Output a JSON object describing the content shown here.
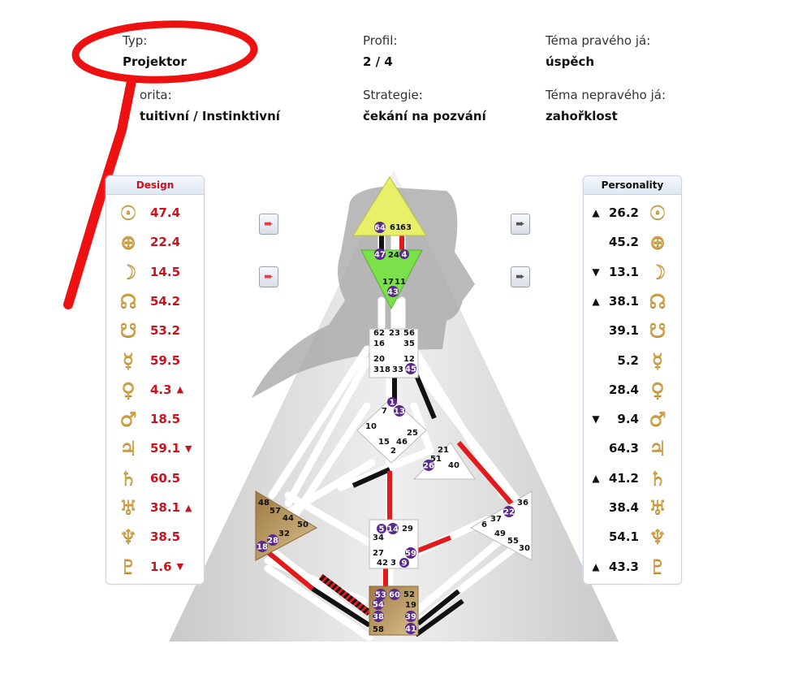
{
  "info": {
    "type_label": "Typ:",
    "type_value": "Projektor",
    "profile_label": "Profil:",
    "profile_value": "2 / 4",
    "signature_label": "Téma pravého já:",
    "signature_value": "úspěch",
    "authority_label": "orita:",
    "authority_value": "tuitivní / Instinktivní",
    "strategy_label": "Strategie:",
    "strategy_value": "čekání na pozvání",
    "notself_label": "Téma nepravého já:",
    "notself_value": "zahořklost"
  },
  "design": {
    "title": "Design",
    "rows": [
      {
        "planet": "sun-icon",
        "glyph": "☉",
        "value": "47.4",
        "arrow": ""
      },
      {
        "planet": "earth-icon",
        "glyph": "⊕",
        "value": "22.4",
        "arrow": ""
      },
      {
        "planet": "moon-icon",
        "glyph": "☽",
        "value": "14.5",
        "arrow": ""
      },
      {
        "planet": "north-node-icon",
        "glyph": "☊",
        "value": "54.2",
        "arrow": ""
      },
      {
        "planet": "south-node-icon",
        "glyph": "☋",
        "value": "53.2",
        "arrow": ""
      },
      {
        "planet": "mercury-icon",
        "glyph": "☿",
        "value": "59.5",
        "arrow": ""
      },
      {
        "planet": "venus-icon",
        "glyph": "♀",
        "value": "4.3",
        "arrow": "▲"
      },
      {
        "planet": "mars-icon",
        "glyph": "♂",
        "value": "18.5",
        "arrow": ""
      },
      {
        "planet": "jupiter-icon",
        "glyph": "♃",
        "value": "59.1",
        "arrow": "▼"
      },
      {
        "planet": "saturn-icon",
        "glyph": "♄",
        "value": "60.5",
        "arrow": ""
      },
      {
        "planet": "uranus-icon",
        "glyph": "♅",
        "value": "38.1",
        "arrow": "▲"
      },
      {
        "planet": "neptune-icon",
        "glyph": "♆",
        "value": "38.5",
        "arrow": ""
      },
      {
        "planet": "pluto-icon",
        "glyph": "♇",
        "value": "1.6",
        "arrow": "▼"
      }
    ]
  },
  "personality": {
    "title": "Personality",
    "rows": [
      {
        "planet": "sun-icon",
        "glyph": "☉",
        "value": "26.2",
        "arrow": "▲"
      },
      {
        "planet": "earth-icon",
        "glyph": "⊕",
        "value": "45.2",
        "arrow": ""
      },
      {
        "planet": "moon-icon",
        "glyph": "☽",
        "value": "13.1",
        "arrow": "▼"
      },
      {
        "planet": "north-node-icon",
        "glyph": "☊",
        "value": "38.1",
        "arrow": "▲"
      },
      {
        "planet": "south-node-icon",
        "glyph": "☋",
        "value": "39.1",
        "arrow": ""
      },
      {
        "planet": "mercury-icon",
        "glyph": "☿",
        "value": "5.2",
        "arrow": ""
      },
      {
        "planet": "venus-icon",
        "glyph": "♀",
        "value": "28.4",
        "arrow": ""
      },
      {
        "planet": "mars-icon",
        "glyph": "♂",
        "value": "9.4",
        "arrow": "▼"
      },
      {
        "planet": "jupiter-icon",
        "glyph": "♃",
        "value": "64.3",
        "arrow": ""
      },
      {
        "planet": "saturn-icon",
        "glyph": "♄",
        "value": "41.2",
        "arrow": "▲"
      },
      {
        "planet": "uranus-icon",
        "glyph": "♅",
        "value": "38.4",
        "arrow": ""
      },
      {
        "planet": "neptune-icon",
        "glyph": "♆",
        "value": "54.1",
        "arrow": ""
      },
      {
        "planet": "pluto-icon",
        "glyph": "♇",
        "value": "43.3",
        "arrow": "▲"
      }
    ]
  },
  "bodygraph": {
    "colors": {
      "design": "#e11b1b",
      "personality": "#111111",
      "channel": "#ffffff",
      "head": "#e8f06a",
      "ajna": "#7be04a",
      "ego": "#c8a46a",
      "root": "#c8a46a",
      "gate_active": "#5a2a8a"
    },
    "head_gates": [
      "64",
      "61",
      "63"
    ],
    "ajna_gates": [
      "47",
      "24",
      "4",
      "17",
      "11",
      "43"
    ],
    "throat_gates": [
      "62",
      "23",
      "56",
      "16",
      "35",
      "20",
      "12",
      "31",
      "8",
      "33",
      "45"
    ],
    "g_gates": [
      "1",
      "7",
      "13",
      "10",
      "25",
      "15",
      "46",
      "2"
    ],
    "ego_gates": [
      "21",
      "51",
      "26",
      "40"
    ],
    "spleen_gates": [
      "48",
      "57",
      "44",
      "50",
      "32",
      "28",
      "18"
    ],
    "sacral_gates": [
      "5",
      "14",
      "29",
      "34",
      "27",
      "59",
      "42",
      "3",
      "9"
    ],
    "solar_gates": [
      "36",
      "22",
      "6",
      "37",
      "49",
      "55",
      "30"
    ],
    "root_gates": [
      "53",
      "60",
      "52",
      "54",
      "19",
      "38",
      "39",
      "58",
      "41"
    ]
  }
}
